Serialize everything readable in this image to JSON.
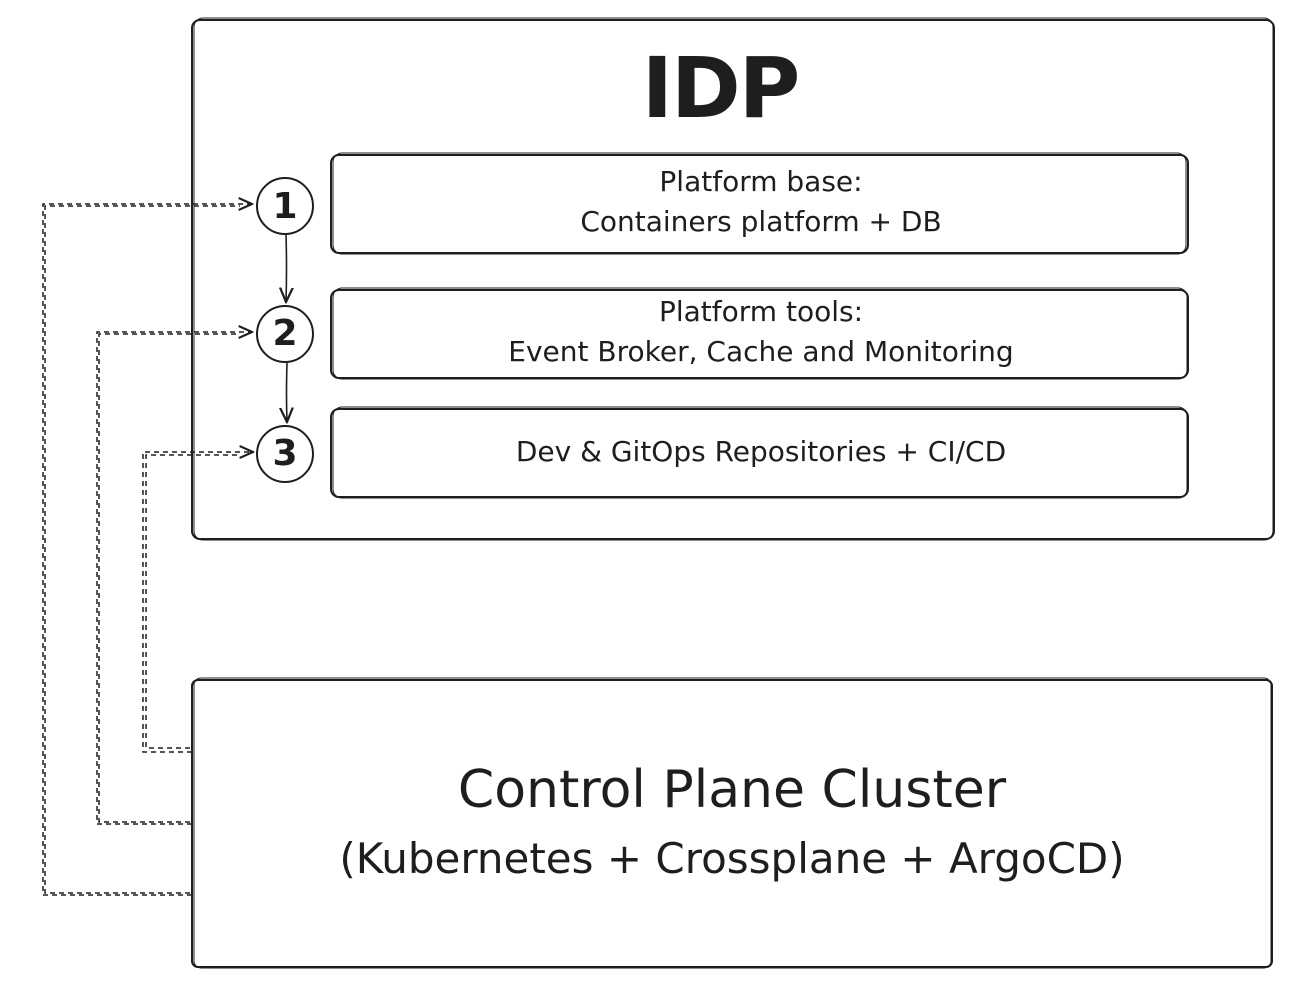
{
  "idp": {
    "title": "IDP"
  },
  "layers": [
    {
      "step": "1",
      "line1": "Platform base:",
      "line2": "Containers platform + DB"
    },
    {
      "step": "2",
      "line1": "Platform tools:",
      "line2": "Event Broker, Cache and Monitoring"
    },
    {
      "step": "3",
      "line1": "Dev & GitOps Repositories + CI/CD"
    }
  ],
  "control_plane": {
    "title": "Control Plane Cluster",
    "subtitle": "(Kubernetes + Crossplane + ArgoCD)"
  },
  "colors": {
    "stroke": "#1e1e1e",
    "background": "#ffffff"
  }
}
